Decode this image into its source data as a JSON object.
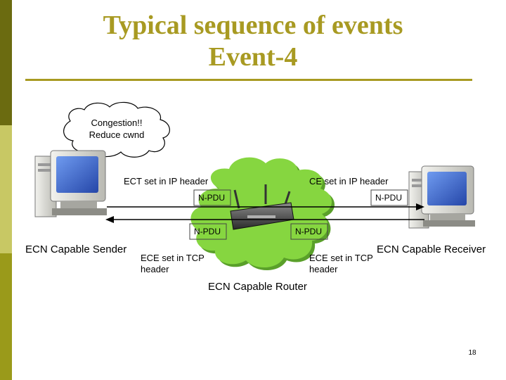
{
  "slide": {
    "title_line1": "Typical sequence of events",
    "title_line2": "Event-4",
    "page_number": "18"
  },
  "thought_bubble": {
    "line1": "Congestion!!",
    "line2": "Reduce cwnd"
  },
  "labels": {
    "ect_ip": "ECT set in IP header",
    "ce_ip": "CE set in IP header",
    "pdu_top_left": "N-PDU",
    "pdu_top_right": "N-PDU",
    "pdu_bottom_left": "N-PDU",
    "pdu_bottom_right": "N-PDU",
    "sender": "ECN Capable Sender",
    "receiver": "ECN Capable Receiver",
    "router": "ECN Capable Router",
    "ece_left_line1": "ECE set in TCP",
    "ece_left_line2": "header",
    "ece_right_line1": "ECE set in TCP",
    "ece_right_line2": "header"
  },
  "colors": {
    "title": "#a89a22",
    "cloud_fill": "#86d640",
    "cloud_shadow": "#5aa02a",
    "sidebar_dark": "#6b6b10",
    "sidebar_light": "#c8c864",
    "sidebar_mid": "#9a9a1a",
    "monitor_screen": "#3a6ad0"
  }
}
